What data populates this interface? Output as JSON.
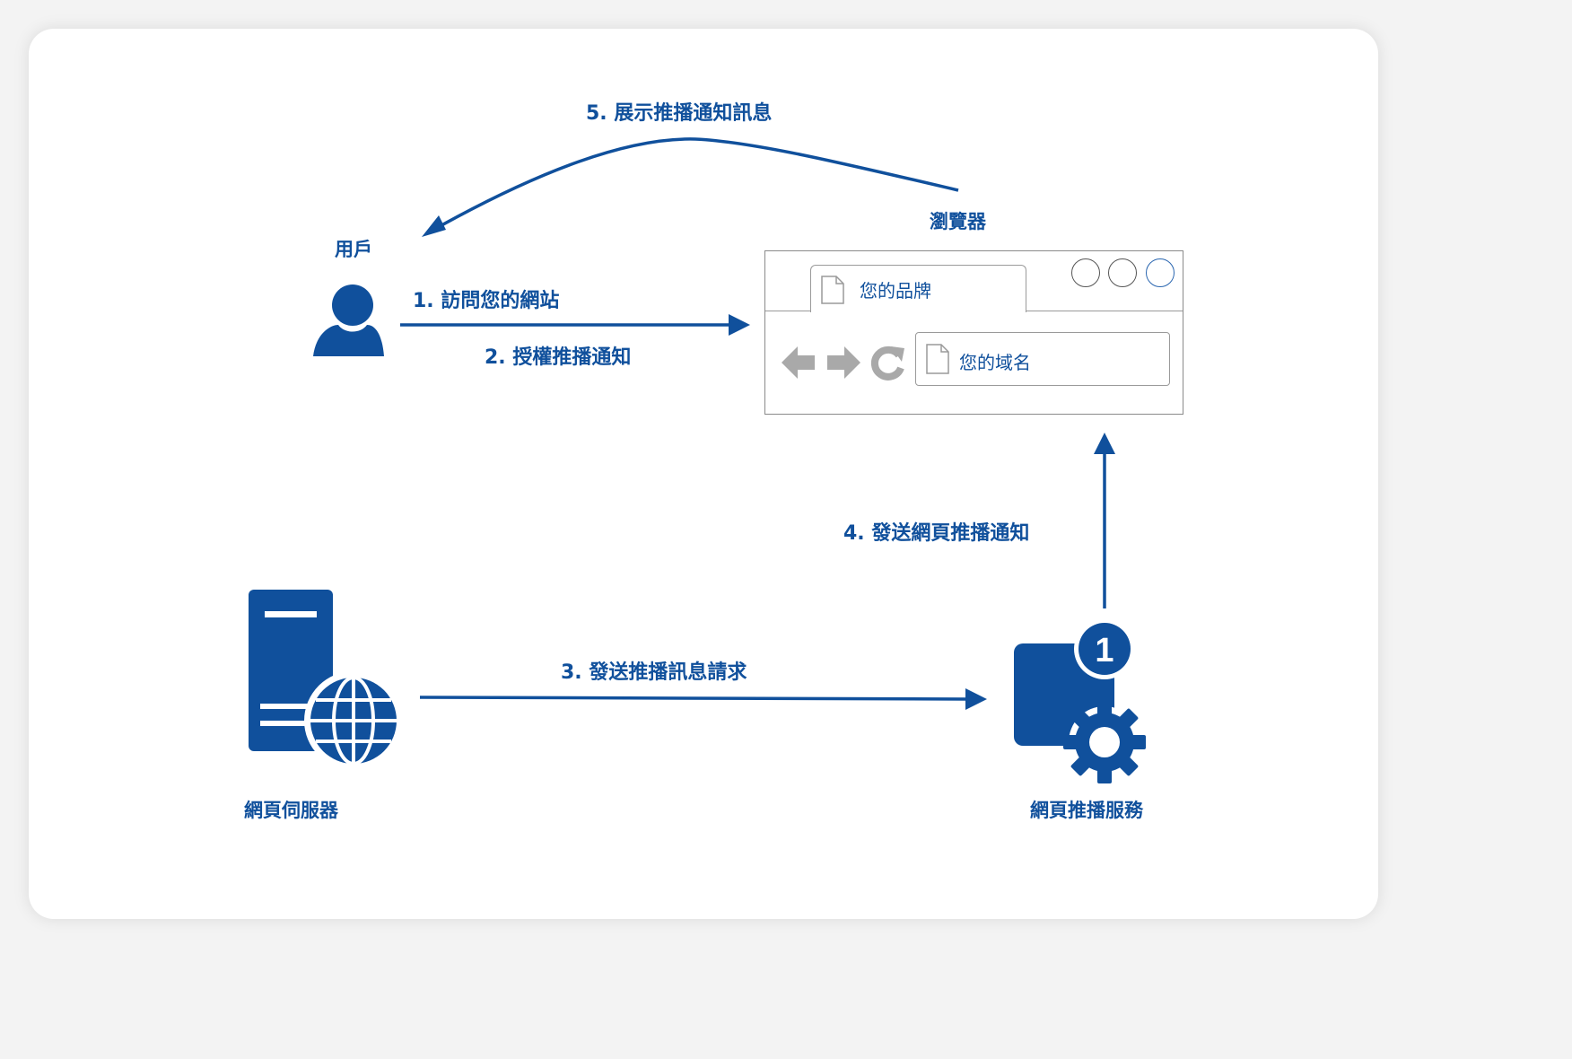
{
  "nodes": {
    "user": "用戶",
    "browser": "瀏覽器",
    "web_server": "網頁伺服器",
    "push_service": "網頁推播服務"
  },
  "steps": {
    "step1": "1.  訪問您的網站",
    "step2": "2.  授權推播通知",
    "step3": "3. 發送推播訊息請求",
    "step4": "4. 發送網頁推播通知",
    "step5": "5.  展示推播通知訊息"
  },
  "browser_window": {
    "tab_title": "您的品牌",
    "address_text": "您的域名"
  },
  "badge": {
    "count": "1"
  },
  "colors": {
    "primary": "#10509c",
    "gray_icon": "#a9a9a9",
    "border": "#8a8a8a"
  }
}
